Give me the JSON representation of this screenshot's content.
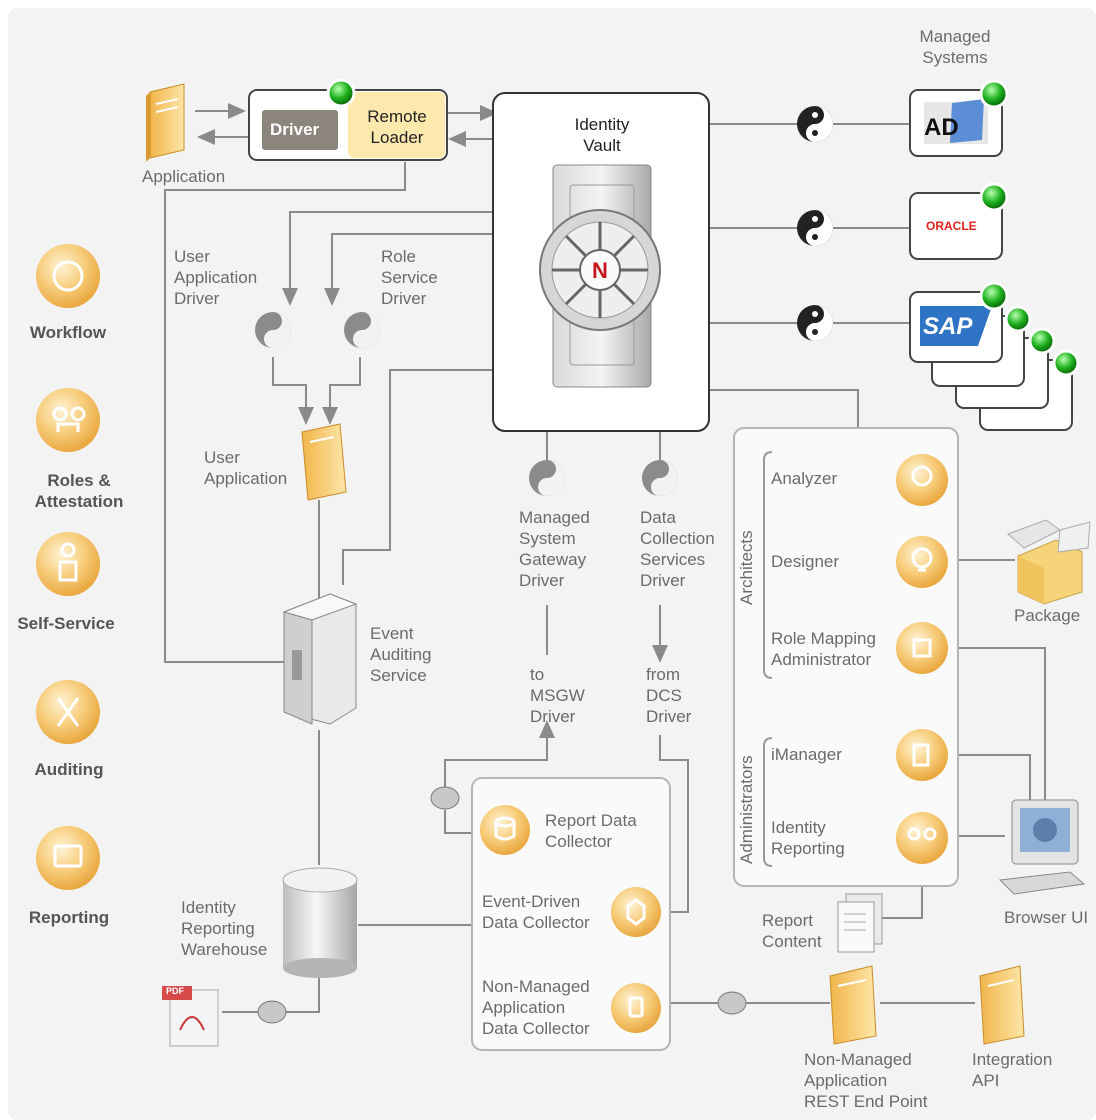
{
  "sidebar": {
    "items": [
      {
        "label": "Workflow",
        "icon": "workflow-icon"
      },
      {
        "label": "Roles &\nAttestation",
        "icon": "roles-icon"
      },
      {
        "label": "Self-Service",
        "icon": "self-service-icon"
      },
      {
        "label": "Auditing",
        "icon": "auditing-icon"
      },
      {
        "label": "Reporting",
        "icon": "reporting-icon"
      }
    ]
  },
  "top": {
    "application": "Application",
    "driver": "Driver",
    "remote_loader": "Remote\nLoader",
    "identity_vault": "Identity\nVault"
  },
  "managed_systems": {
    "title": "Managed\nSystems",
    "ad": "AD",
    "oracle": "ORACLE",
    "sap": "SAP"
  },
  "drivers": {
    "user_app_driver": "User\nApplication\nDriver",
    "role_service_driver": "Role\nService\nDriver",
    "user_application": "User\nApplication",
    "msgw_driver": "Managed\nSystem\nGateway\nDriver",
    "dcs_driver": "Data\nCollection\nServices\nDriver",
    "to_msgw": "to\nMSGW\nDriver",
    "from_dcs": "from\nDCS\nDriver"
  },
  "auditing": {
    "event_service": "Event\nAuditing\nService",
    "warehouse": "Identity\nReporting\nWarehouse",
    "pdf": "PDF"
  },
  "collectors": {
    "report_data": "Report Data\nCollector",
    "event_driven": "Event-Driven\nData Collector",
    "non_managed": "Non-Managed\nApplication\nData Collector"
  },
  "tools": {
    "architects": "Architects",
    "administrators": "Administrators",
    "analyzer": "Analyzer",
    "designer": "Designer",
    "role_mapping": "Role Mapping\nAdministrator",
    "imanager": "iManager",
    "identity_reporting": "Identity\nReporting"
  },
  "right": {
    "package": "Package",
    "browser_ui": "Browser UI",
    "report_content": "Report\nContent",
    "rest_endpoint": "Non-Managed\nApplication\nREST End Point",
    "integration_api": "Integration\nAPI"
  },
  "colors": {
    "connector": "#8a8a8a",
    "orange": "#f3bd5f",
    "orange_light": "#fbe3b4",
    "loader_fill": "#fde9ad",
    "status_green": "#2fb82f",
    "panel_border": "#c6c6c6"
  }
}
